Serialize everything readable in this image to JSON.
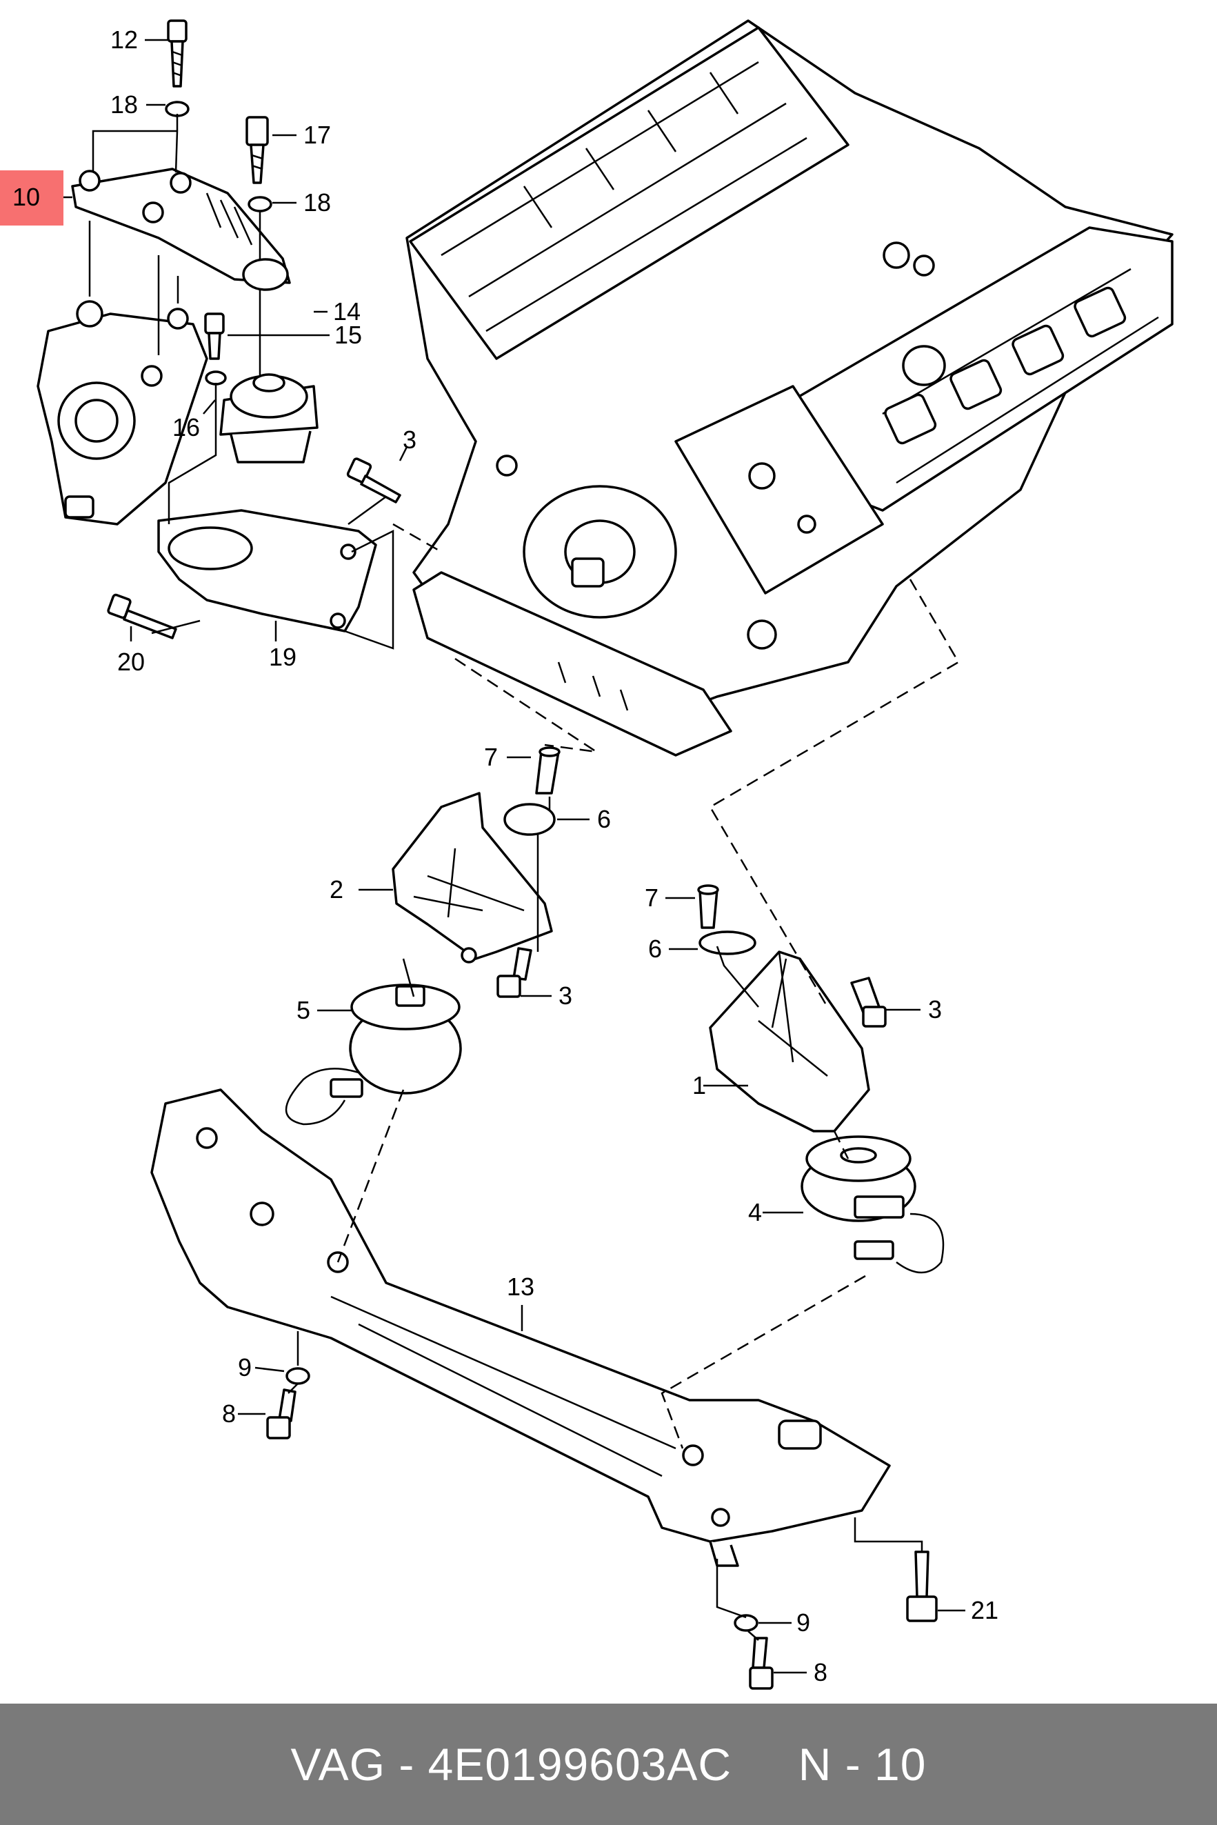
{
  "callouts": {
    "c12": "12",
    "c18a": "18",
    "c17": "17",
    "c18b": "18",
    "c10": "10",
    "c15": "15",
    "c14": "14",
    "c16": "16",
    "c3a": "3",
    "c20": "20",
    "c19": "19",
    "c7a": "7",
    "c6a": "6",
    "c2": "2",
    "c3b": "3",
    "c5": "5",
    "c7b": "7",
    "c6b": "6",
    "c3c": "3",
    "c1": "1",
    "c4": "4",
    "c13": "13",
    "c9a": "9",
    "c8a": "8",
    "c21": "21",
    "c9b": "9",
    "c8b": "8"
  },
  "highlight": {
    "color": "#f77070",
    "part": "10"
  },
  "footer": {
    "text": "VAG - 4E0199603AC     N - 10",
    "background": "#7a7a7a"
  }
}
